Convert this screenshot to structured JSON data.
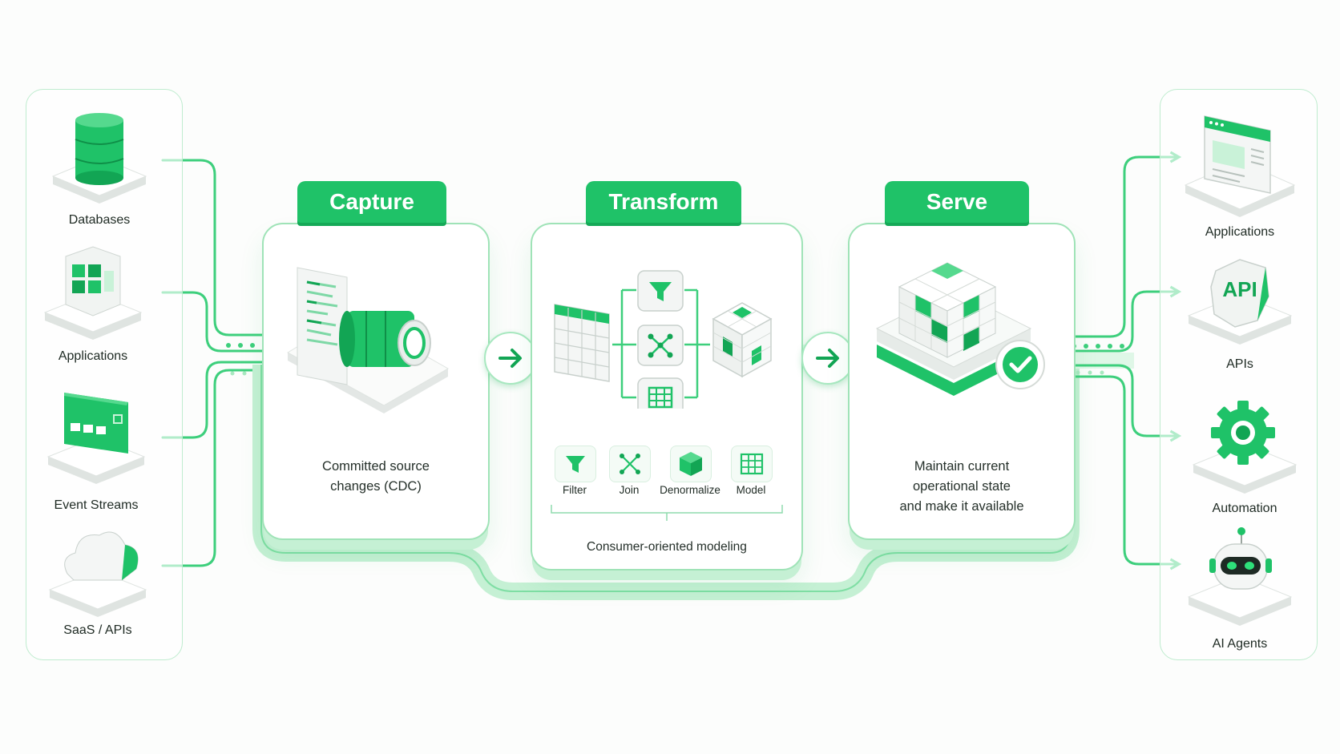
{
  "sources": [
    {
      "label": "Databases",
      "icon": "database-icon"
    },
    {
      "label": "Applications",
      "icon": "app-grid-icon"
    },
    {
      "label": "Event Streams",
      "icon": "event-stream-icon"
    },
    {
      "label": "SaaS / APIs",
      "icon": "cloud-icon"
    }
  ],
  "stages": {
    "capture": {
      "title": "Capture",
      "description_lines": [
        "Committed source",
        "changes (CDC)"
      ]
    },
    "transform": {
      "title": "Transform",
      "steps": [
        "Filter",
        "Join",
        "Denormalize",
        "Model"
      ],
      "footer": "Consumer-oriented modeling"
    },
    "serve": {
      "title": "Serve",
      "description_lines": [
        "Maintain current",
        "operational state",
        "and make it available"
      ]
    }
  },
  "destinations": [
    {
      "label": "Applications",
      "icon": "browser-window-icon"
    },
    {
      "label": "APIs",
      "icon": "api-icon",
      "badge": "API"
    },
    {
      "label": "Automation",
      "icon": "gear-icon"
    },
    {
      "label": "AI Agents",
      "icon": "robot-icon"
    }
  ],
  "colors": {
    "accent": "#1fc268",
    "accent_dark": "#12a554",
    "accent_light": "#c9f2d8",
    "line": "#3dcf7c",
    "panel_border": "#bfeccf"
  }
}
